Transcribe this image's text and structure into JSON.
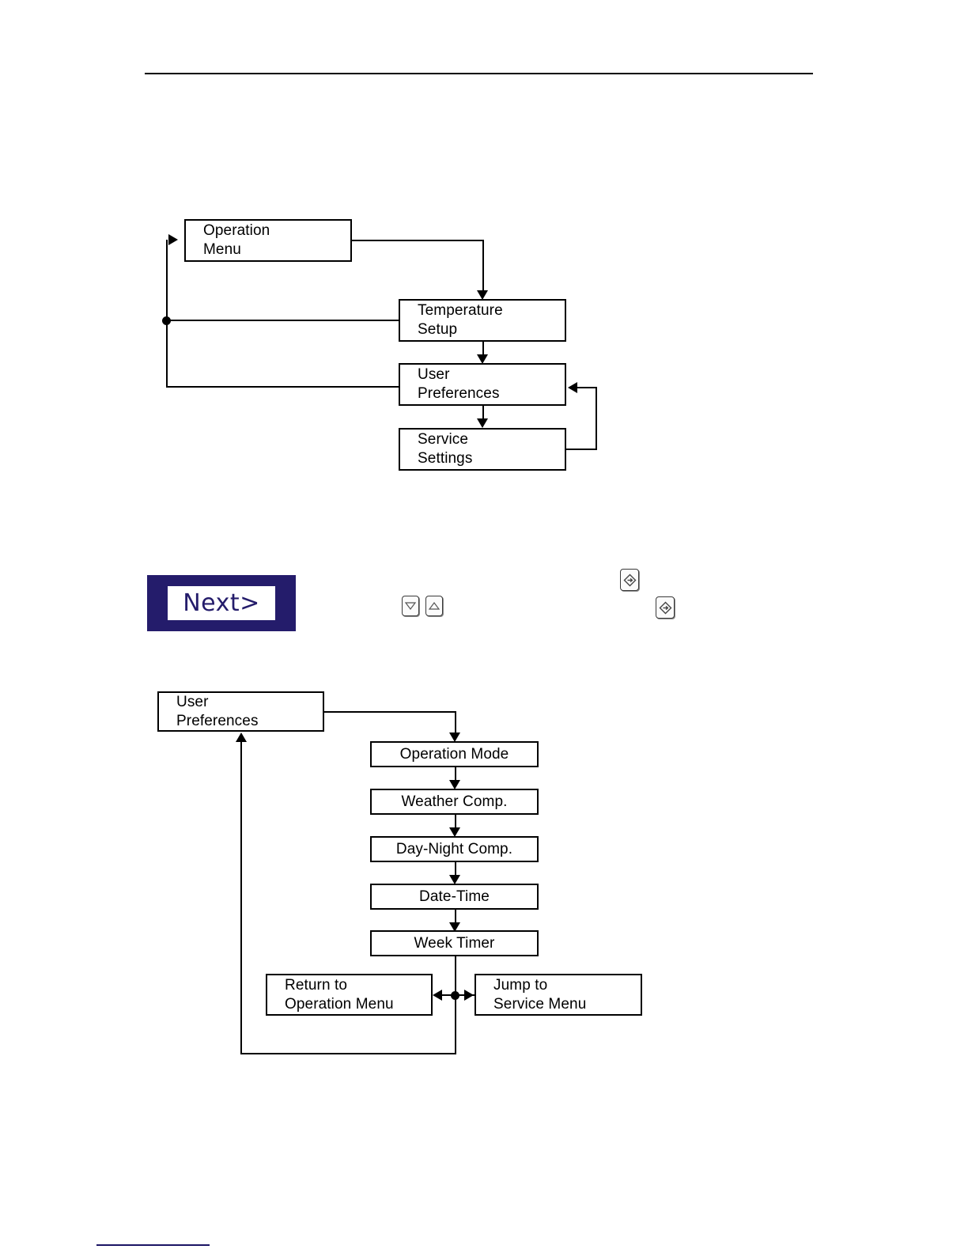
{
  "page": {
    "header_rule": "horizontal-rule",
    "footnote_rule": "footnote-separator",
    "accent_color": "#241c6b",
    "line_color": "#000000"
  },
  "diagram_top": {
    "name": "main-menu-navigation-flowchart",
    "nodes": [
      {
        "id": "operation-menu",
        "label": "Operation\nMenu"
      },
      {
        "id": "temperature-setup",
        "label": "Temperature\nSetup"
      },
      {
        "id": "user-preferences",
        "label": "User\nPreferences"
      },
      {
        "id": "service-settings",
        "label": "Service\nSettings"
      }
    ]
  },
  "display": {
    "lcd_text": "Next>",
    "buttons": [
      {
        "id": "down-button",
        "icon": "triangle-down-icon"
      },
      {
        "id": "up-button",
        "icon": "triangle-up-icon"
      },
      {
        "id": "enter-button-1",
        "icon": "diamond-enter-icon"
      },
      {
        "id": "enter-button-2",
        "icon": "diamond-enter-icon"
      }
    ]
  },
  "diagram_bottom": {
    "name": "user-preferences-submenu-flowchart",
    "root": {
      "id": "user-preferences",
      "label": "User\nPreferences"
    },
    "items": [
      {
        "id": "operation-mode",
        "label": "Operation Mode"
      },
      {
        "id": "weather-comp",
        "label": "Weather Comp."
      },
      {
        "id": "day-night-comp",
        "label": "Day-Night Comp."
      },
      {
        "id": "date-time",
        "label": "Date-Time"
      },
      {
        "id": "week-timer",
        "label": "Week Timer"
      }
    ],
    "exits": [
      {
        "id": "return-to-operation-menu",
        "label": "Return to\nOperation Menu"
      },
      {
        "id": "jump-to-service-menu",
        "label": "Jump to\nService Menu"
      }
    ]
  }
}
